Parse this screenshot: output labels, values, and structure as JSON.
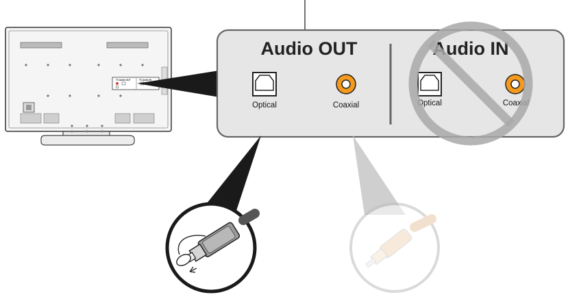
{
  "panel": {
    "audio_out": {
      "heading": "Audio OUT",
      "optical_label": "Optical",
      "coaxial_label": "Coaxial"
    },
    "audio_in": {
      "heading": "Audio IN",
      "optical_label": "Optical",
      "coaxial_label": "Coaxial",
      "status": "not-allowed"
    }
  },
  "tv_back_labels": {
    "audio_out": "TV Audio OUT",
    "audio_in": "TV Audio IN"
  },
  "cables": {
    "optical": {
      "state": "correct",
      "icon": "optical-cable-icon"
    },
    "coaxial": {
      "state": "faded",
      "icon": "coaxial-cable-icon"
    }
  },
  "colors": {
    "panel_fill": "#e6e6e6",
    "panel_stroke": "#666666",
    "coax_orange": "#f59a1d",
    "prohibit_gray": "#a8a8a8",
    "faded_cable": "#f3d9bf"
  }
}
